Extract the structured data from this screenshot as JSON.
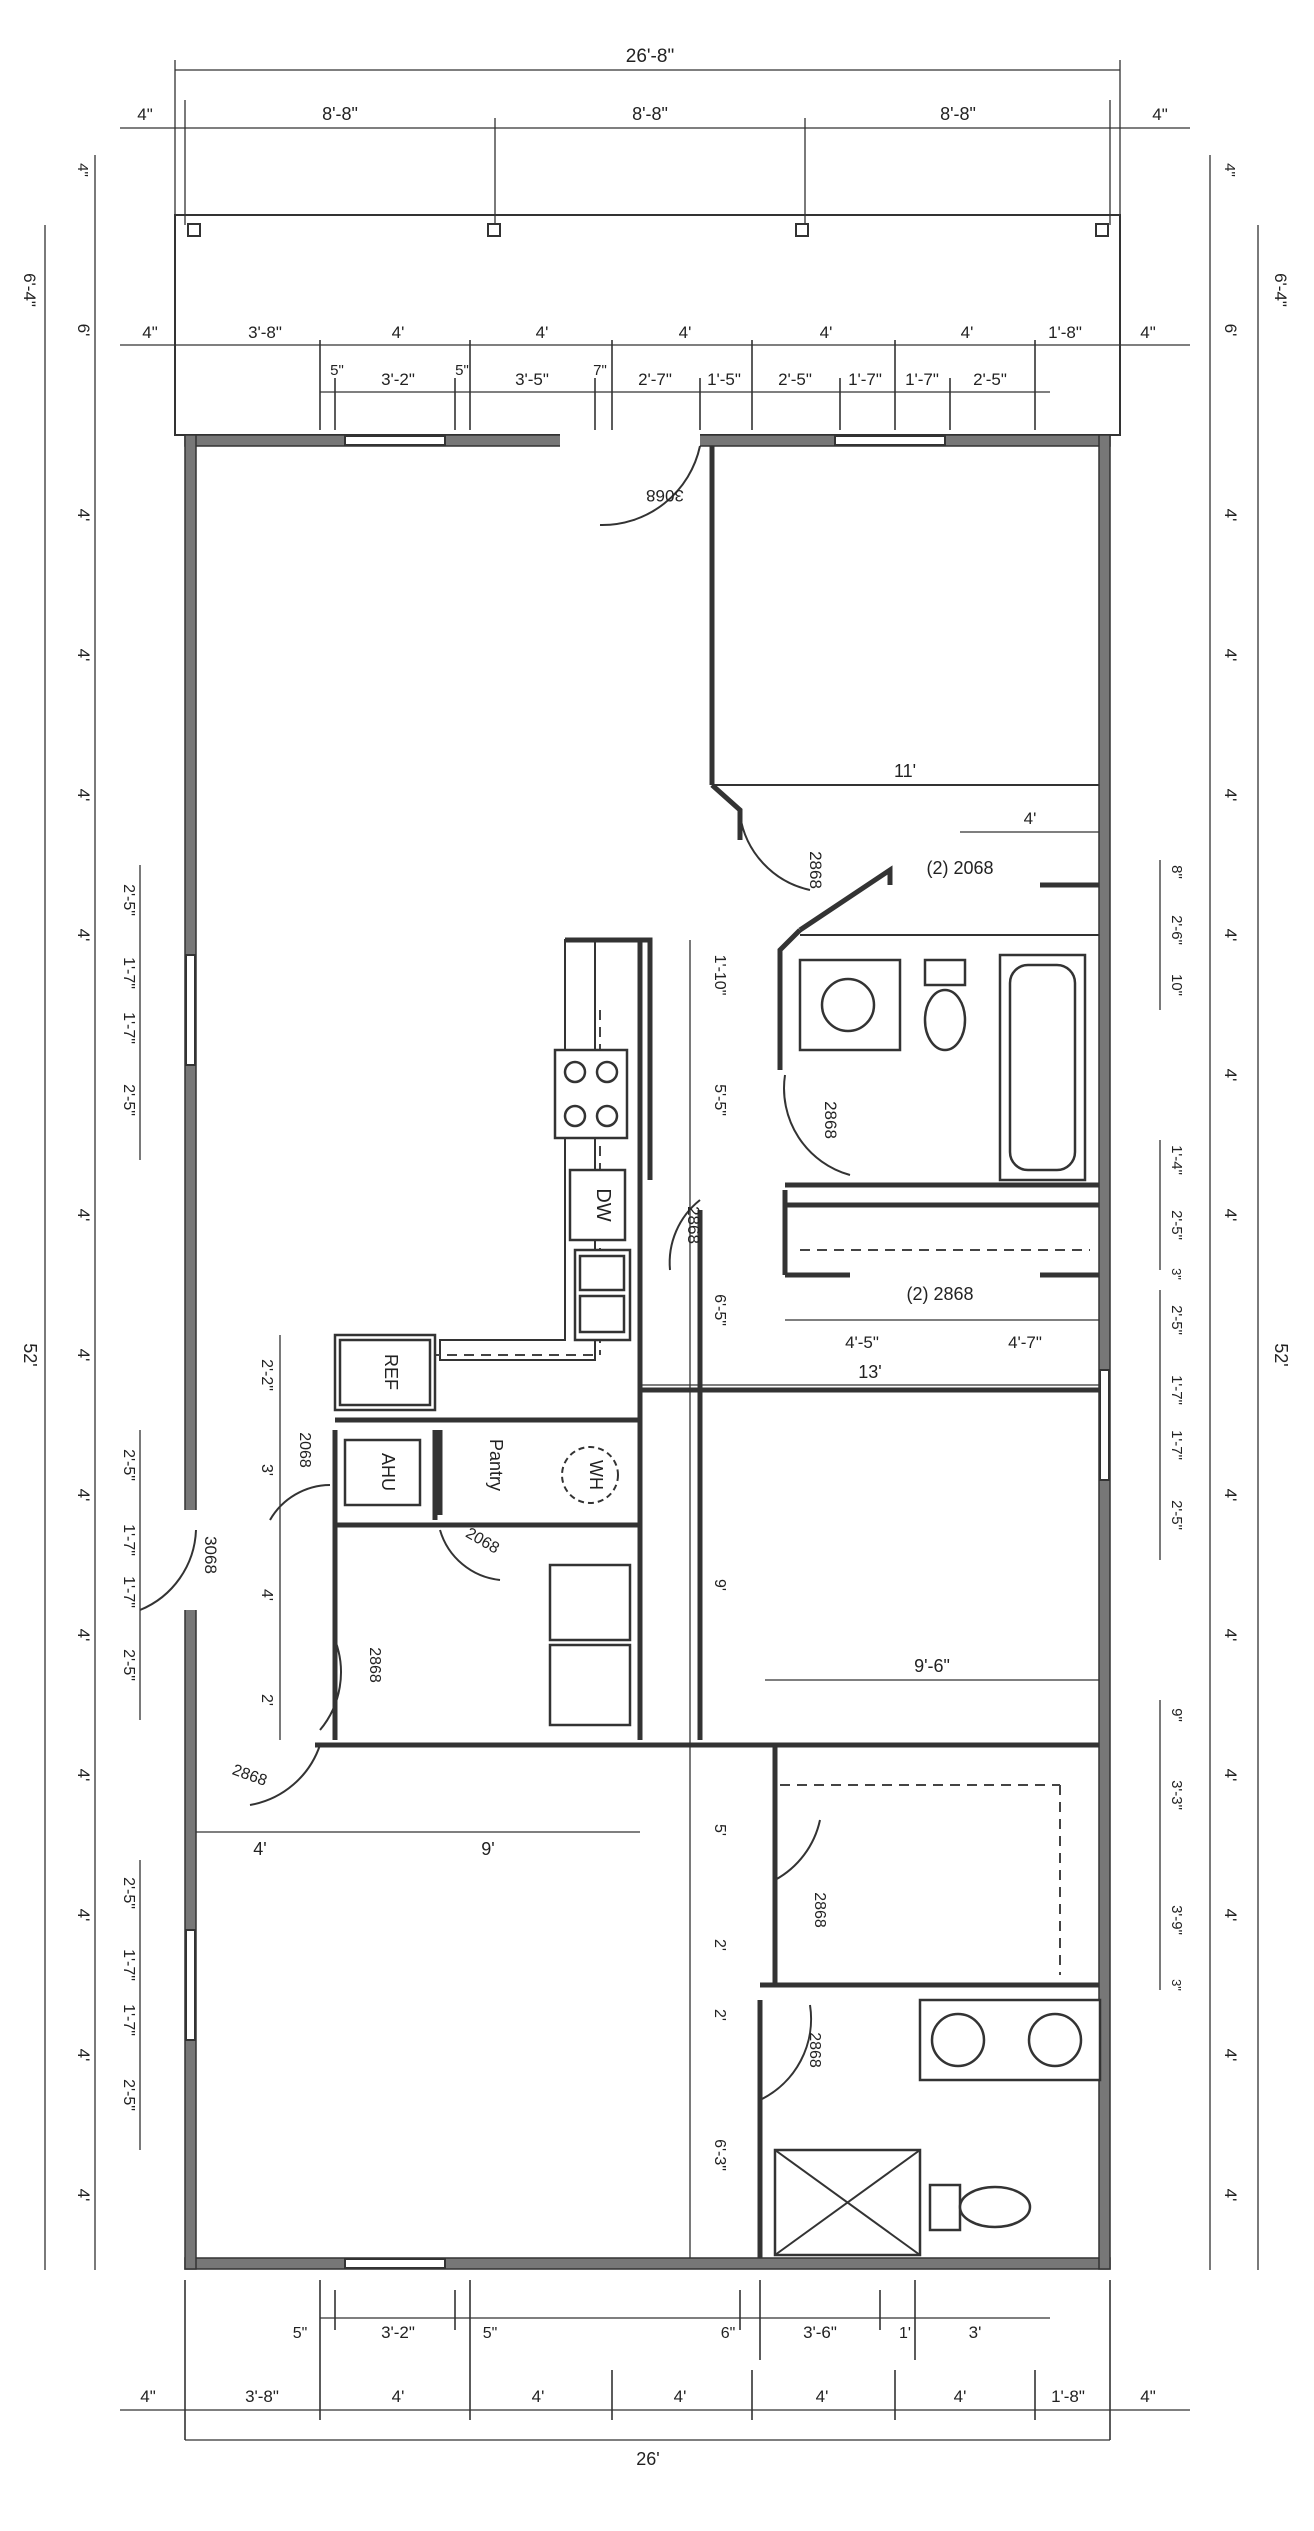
{
  "top": {
    "overall": "26'-8\"",
    "edge_left": "4\"",
    "edge_right": "4\"",
    "bays": [
      "8'-8\"",
      "8'-8\"",
      "8'-8\""
    ],
    "row2": [
      "4\"",
      "3'-8\"",
      "4'",
      "4'",
      "4'",
      "4'",
      "4'",
      "1'-8\"",
      "4\""
    ],
    "row3": [
      "5\"",
      "3'-2\"",
      "5\"",
      "3'-5\"",
      "7\"",
      "2'-7\"",
      "1'-5\"",
      "2'-5\"",
      "1'-7\"",
      "1'-7\"",
      "2'-5\""
    ]
  },
  "porch": {
    "left_a": "6'-4\"",
    "left_b": "6'",
    "left_c": "4\"",
    "right_a": "6'-4\"",
    "right_b": "6'",
    "right_c": "4\""
  },
  "left_dims": {
    "overall": "52'",
    "four_ft": "4'",
    "segs": [
      "2'-5\"",
      "1'-7\"",
      "1'-7\"",
      "2'-5\"",
      "2'-5\"",
      "1'-7\"",
      "1'-7\"",
      "2'-5\"",
      "2'-5\"",
      "1'-7\"",
      "1'-7\"",
      "2'-5\""
    ]
  },
  "right_dims": {
    "overall": "52'",
    "four_ft": "4'",
    "segs": [
      "8\"",
      "2'-6\"",
      "10\"",
      "1'-4\"",
      "2'-5\"",
      "3\"",
      "2'-5\"",
      "1'-7\"",
      "1'-7\"",
      "2'-5\"",
      "9\"",
      "3'-3\"",
      "3'-9\"",
      "3\""
    ]
  },
  "interior": {
    "bed1_width": "11'",
    "bed1_closet": "4'",
    "closet_doors_top": "(2) 2068",
    "closet_doors_bottom": "(2) 2868",
    "closet_split": [
      "4'-5\"",
      "4'-7\""
    ],
    "bed2_width": "13'",
    "bed2_closet": "9'-6\"",
    "hall_dims": [
      "1'-10\"",
      "5'-5\"",
      "6'-5\"",
      "9'",
      "5'",
      "2'",
      "2'",
      "6'-3\""
    ],
    "laundry_dims": [
      "2'-2\"",
      "3'",
      "4'",
      "2'"
    ],
    "living_bottom": [
      "4'",
      "9'"
    ]
  },
  "doors": {
    "front_top": "3068",
    "side_entry": "3068",
    "bed1": "2868",
    "bath1": "2868",
    "bed2_hall": "2868",
    "laundry_in": "2068",
    "pantry": "2068",
    "laundry_out": "2868",
    "hall_out": "2868",
    "bed3": "2868",
    "bath2": "2868"
  },
  "labels": {
    "ref": "REF",
    "ahu": "AHU",
    "pantry": "Pantry",
    "wh": "WH",
    "dw": "DW"
  },
  "bottom": {
    "overall": "26'",
    "row1": [
      "5\"",
      "3'-2\"",
      "5\"",
      "6\"",
      "3'-6\"",
      "1'",
      "3'"
    ],
    "row2": [
      "4\"",
      "3'-8\"",
      "4'",
      "4'",
      "4'",
      "4'",
      "4'",
      "1'-8\"",
      "4\""
    ]
  }
}
